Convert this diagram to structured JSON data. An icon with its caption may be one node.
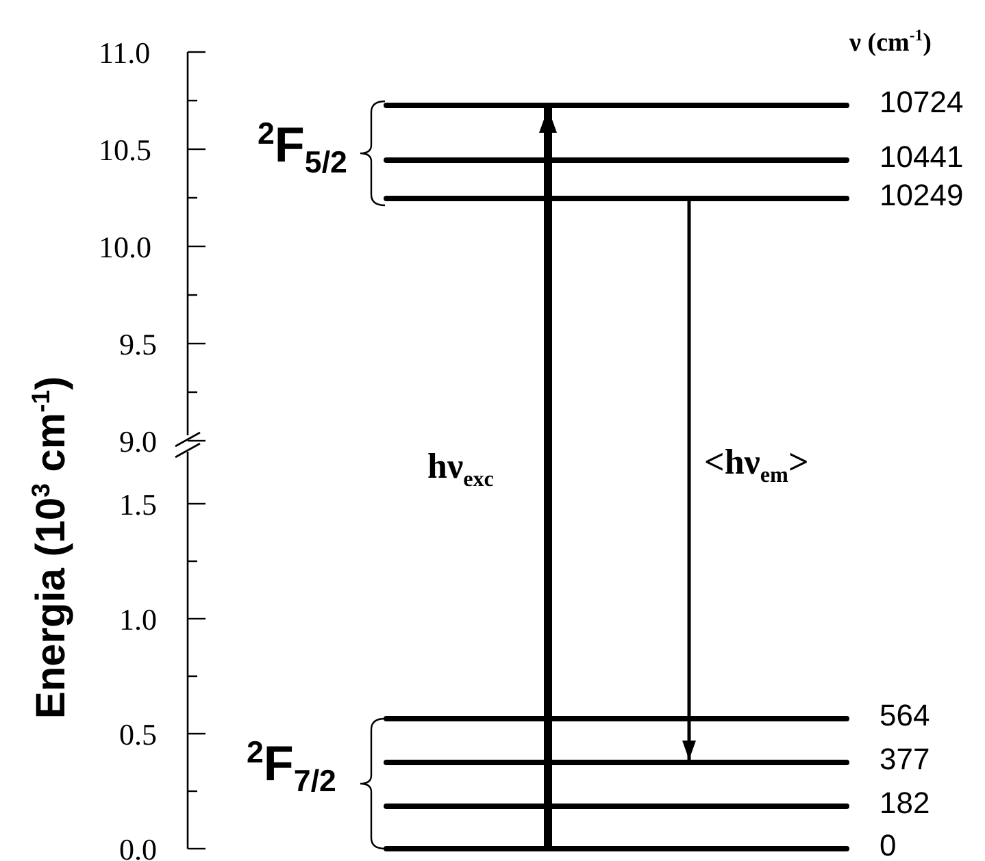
{
  "diagram": {
    "nodes": [
      {
        "text": [],
        "shape": "bar",
        "beside": [
          "10724"
        ]
      },
      {
        "text": [],
        "shape": "bar",
        "beside": [
          "10441"
        ]
      },
      {
        "text": [],
        "shape": "bar",
        "beside": [
          "10249"
        ]
      },
      {
        "text": [],
        "shape": "bar",
        "beside": [
          "564"
        ]
      },
      {
        "text": [],
        "shape": "bar",
        "beside": [
          "377"
        ]
      },
      {
        "text": [],
        "shape": "bar",
        "beside": [
          "182"
        ]
      },
      {
        "text": [],
        "shape": "bar",
        "beside": [
          "0"
        ]
      }
    ],
    "edges": [
      {
        "from": 6,
        "to": 0,
        "arrow": "to",
        "label": "hν$_{exc}$",
        "style": "thick"
      },
      {
        "from": 2,
        "to": 4,
        "arrow": "to",
        "label": "<hν$_{em}$>"
      }
    ],
    "labels": [
      "ν (cm$^{-1}$)",
      "11.0",
      "10.5",
      "$^{2}$F$_{5/2}$",
      "10.0",
      "Energia (10$^{3}$ cm$^{-1}$)",
      "9.5",
      "9.0",
      "1.5",
      "1.0",
      "0.5",
      "$^{2}$F$_{7/2}$",
      "0.0"
    ]
  }
}
